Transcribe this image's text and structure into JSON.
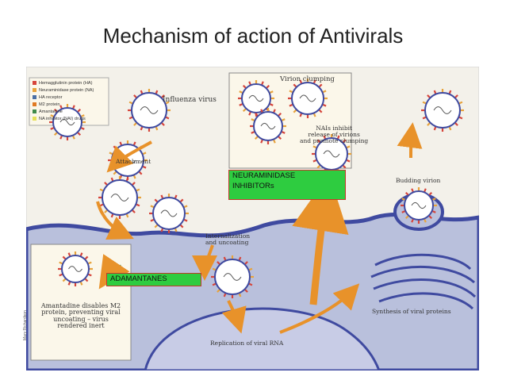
{
  "title": "Mechanism of action of Antivirals",
  "legend": [
    {
      "label": "Hemagglutinin protein (HA)",
      "color": "#d6453b",
      "icon": "hemagglutinin-icon"
    },
    {
      "label": "Neuraminidase protein (NA)",
      "color": "#e8a33c",
      "icon": "neuraminidase-icon"
    },
    {
      "label": "HA receptor",
      "color": "#4a6fa5",
      "icon": "ha-receptor-icon"
    },
    {
      "label": "M2 protein",
      "color": "#e07a22",
      "icon": "m2-protein-icon"
    },
    {
      "label": "Amantadine",
      "color": "#3f8a4a",
      "icon": "amantadine-icon"
    },
    {
      "label": "NA inhibitor (NAI) drugs",
      "color": "#e6e05a",
      "icon": "nai-drug-icon"
    }
  ],
  "labels": {
    "influenza": "Influenza virus",
    "attachment": "Attachment",
    "internalization": "Internalization\nand uncoating",
    "virion_clumping": "Virion clumping",
    "nai_note": "NAIs inhibit\nrelease of virions\nand promote clumping",
    "budding": "Budding virion",
    "synthesis": "Synthesis of viral proteins",
    "replication": "Replication of viral RNA",
    "amantadine_note": "Amantadine disables M2\nprotein, preventing viral\nuncoating – virus\nrendered inert",
    "credit": "Mary Richardson"
  },
  "tags": {
    "neuraminidase": "NEURAMINIDASE\nINHIBITORs",
    "adamantanes": "ADAMANTANES"
  },
  "colors": {
    "cell": "#b9c0dc",
    "membrane": "#3f4aa0",
    "nucleus": "#c8cce6",
    "box_bg": "#fbf7ea",
    "tag_bg": "#2ecc40",
    "tag_border": "#c0392b",
    "arrow": "#e8922a"
  }
}
